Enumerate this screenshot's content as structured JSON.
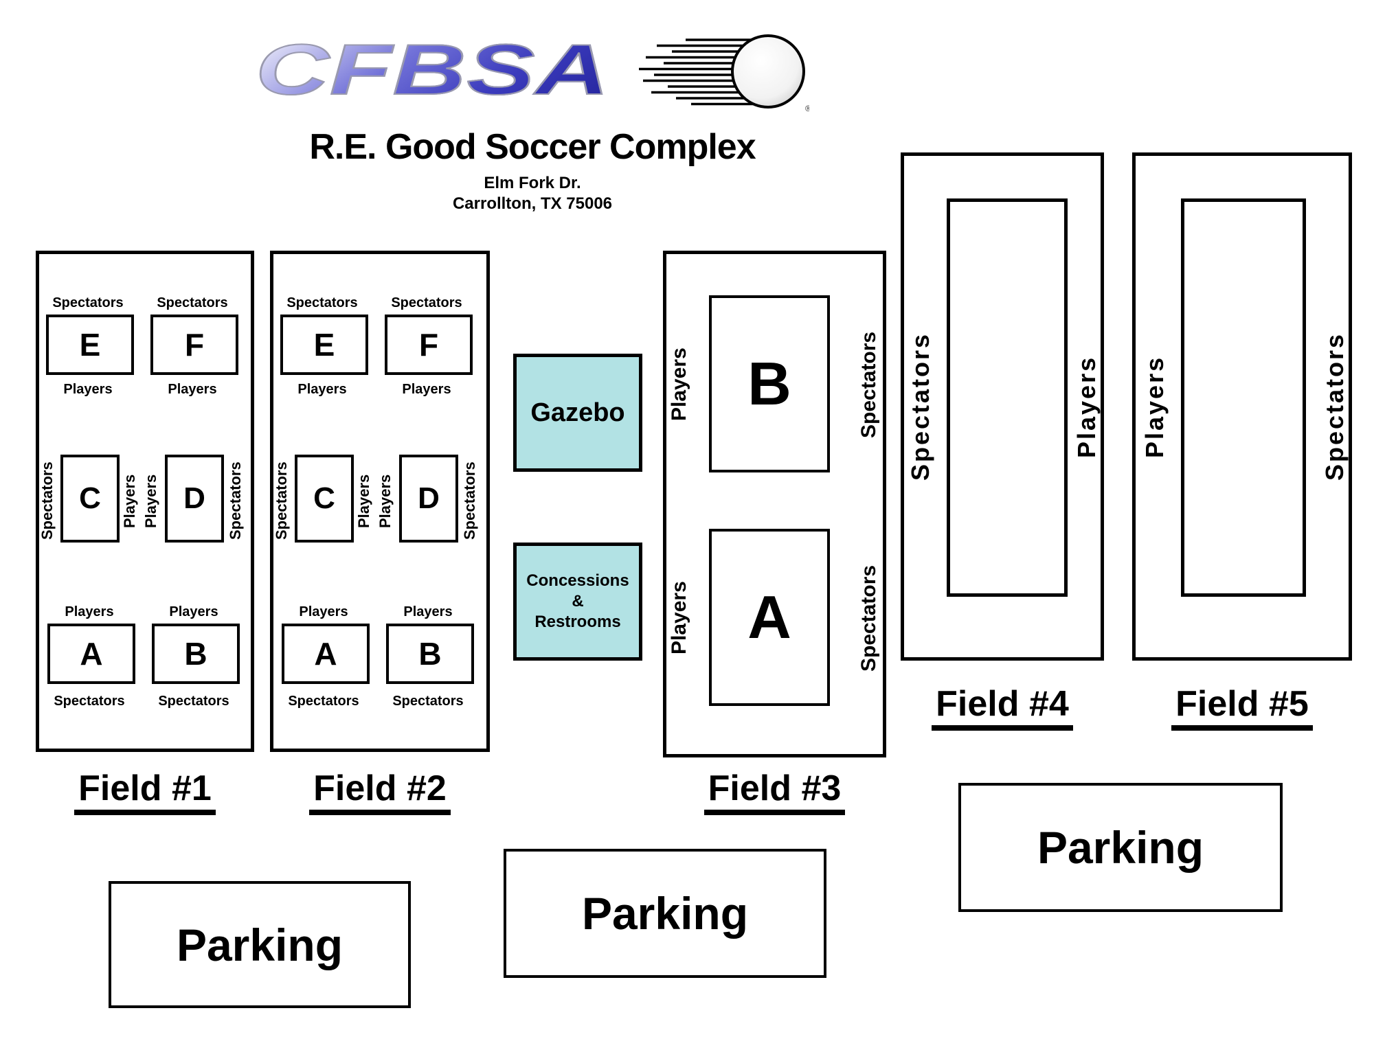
{
  "header": {
    "logo_text": "CFBSA",
    "logo_registered_mark": "®",
    "complex_name": "R.E. Good Soccer Complex",
    "address_line1": "Elm Fork Dr.",
    "address_line2": "Carrollton, TX 75006"
  },
  "labels": {
    "players": "Players",
    "spectators": "Spectators"
  },
  "fields": {
    "field1": {
      "label": "Field #1",
      "subfields": [
        "E",
        "F",
        "C",
        "D",
        "A",
        "B"
      ]
    },
    "field2": {
      "label": "Field #2",
      "subfields": [
        "E",
        "F",
        "C",
        "D",
        "A",
        "B"
      ]
    },
    "field3": {
      "label": "Field #3",
      "subfields": [
        "B",
        "A"
      ]
    },
    "field4": {
      "label": "Field #4"
    },
    "field5": {
      "label": "Field #5"
    }
  },
  "amenities": {
    "gazebo_label": "Gazebo",
    "concessions_line1": "Concessions",
    "concessions_line2": "&",
    "concessions_line3": "Restrooms"
  },
  "parking_label": "Parking",
  "colors": {
    "amenity_fill": "#b2e2e4",
    "logo_blue": "#3b3bbd",
    "ink": "#000000"
  }
}
